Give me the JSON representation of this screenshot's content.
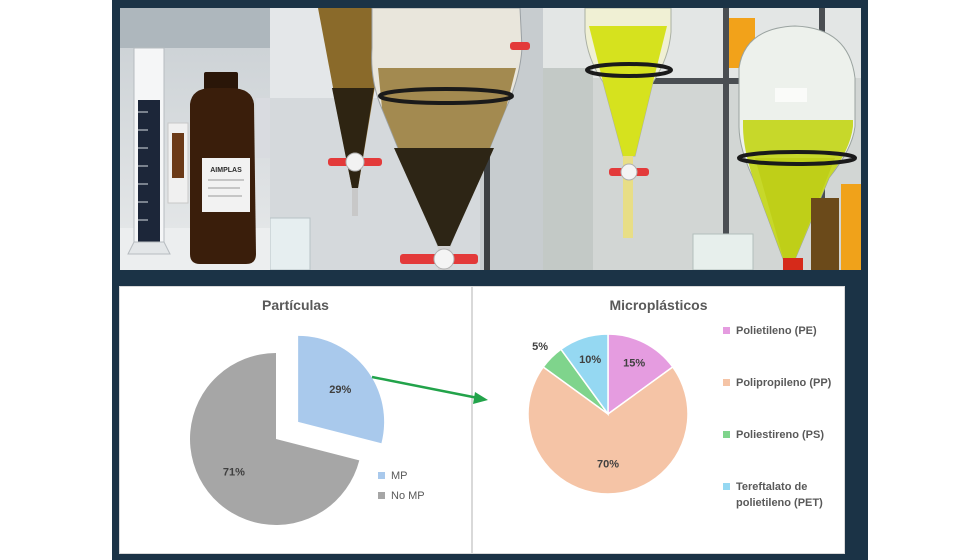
{
  "chart_data": [
    {
      "type": "pie",
      "title": "Partículas",
      "categories": [
        "MP",
        "No MP"
      ],
      "values": [
        29,
        71
      ],
      "data_labels": [
        "29%",
        "71%"
      ],
      "colors": [
        "#a9c9ec",
        "#a6a6a6"
      ],
      "exploded": "MP",
      "legend_position": "bottom-right"
    },
    {
      "type": "pie",
      "title": "Microplásticos",
      "categories": [
        "Polietileno (PE)",
        "Polipropileno (PP)",
        "Poliestireno (PS)",
        "Tereftalato de polietileno (PET)"
      ],
      "values": [
        15,
        70,
        5,
        10
      ],
      "data_labels": [
        "15%",
        "70%",
        "5%",
        "10%"
      ],
      "colors": [
        "#e59ce0",
        "#f5c4a6",
        "#7fd48c",
        "#95d8f2"
      ],
      "legend_position": "right"
    }
  ],
  "photos": {
    "bottle_label": "AIMPLAS"
  },
  "colors": {
    "frame": "#1b3346",
    "arrow": "#22a34a"
  }
}
